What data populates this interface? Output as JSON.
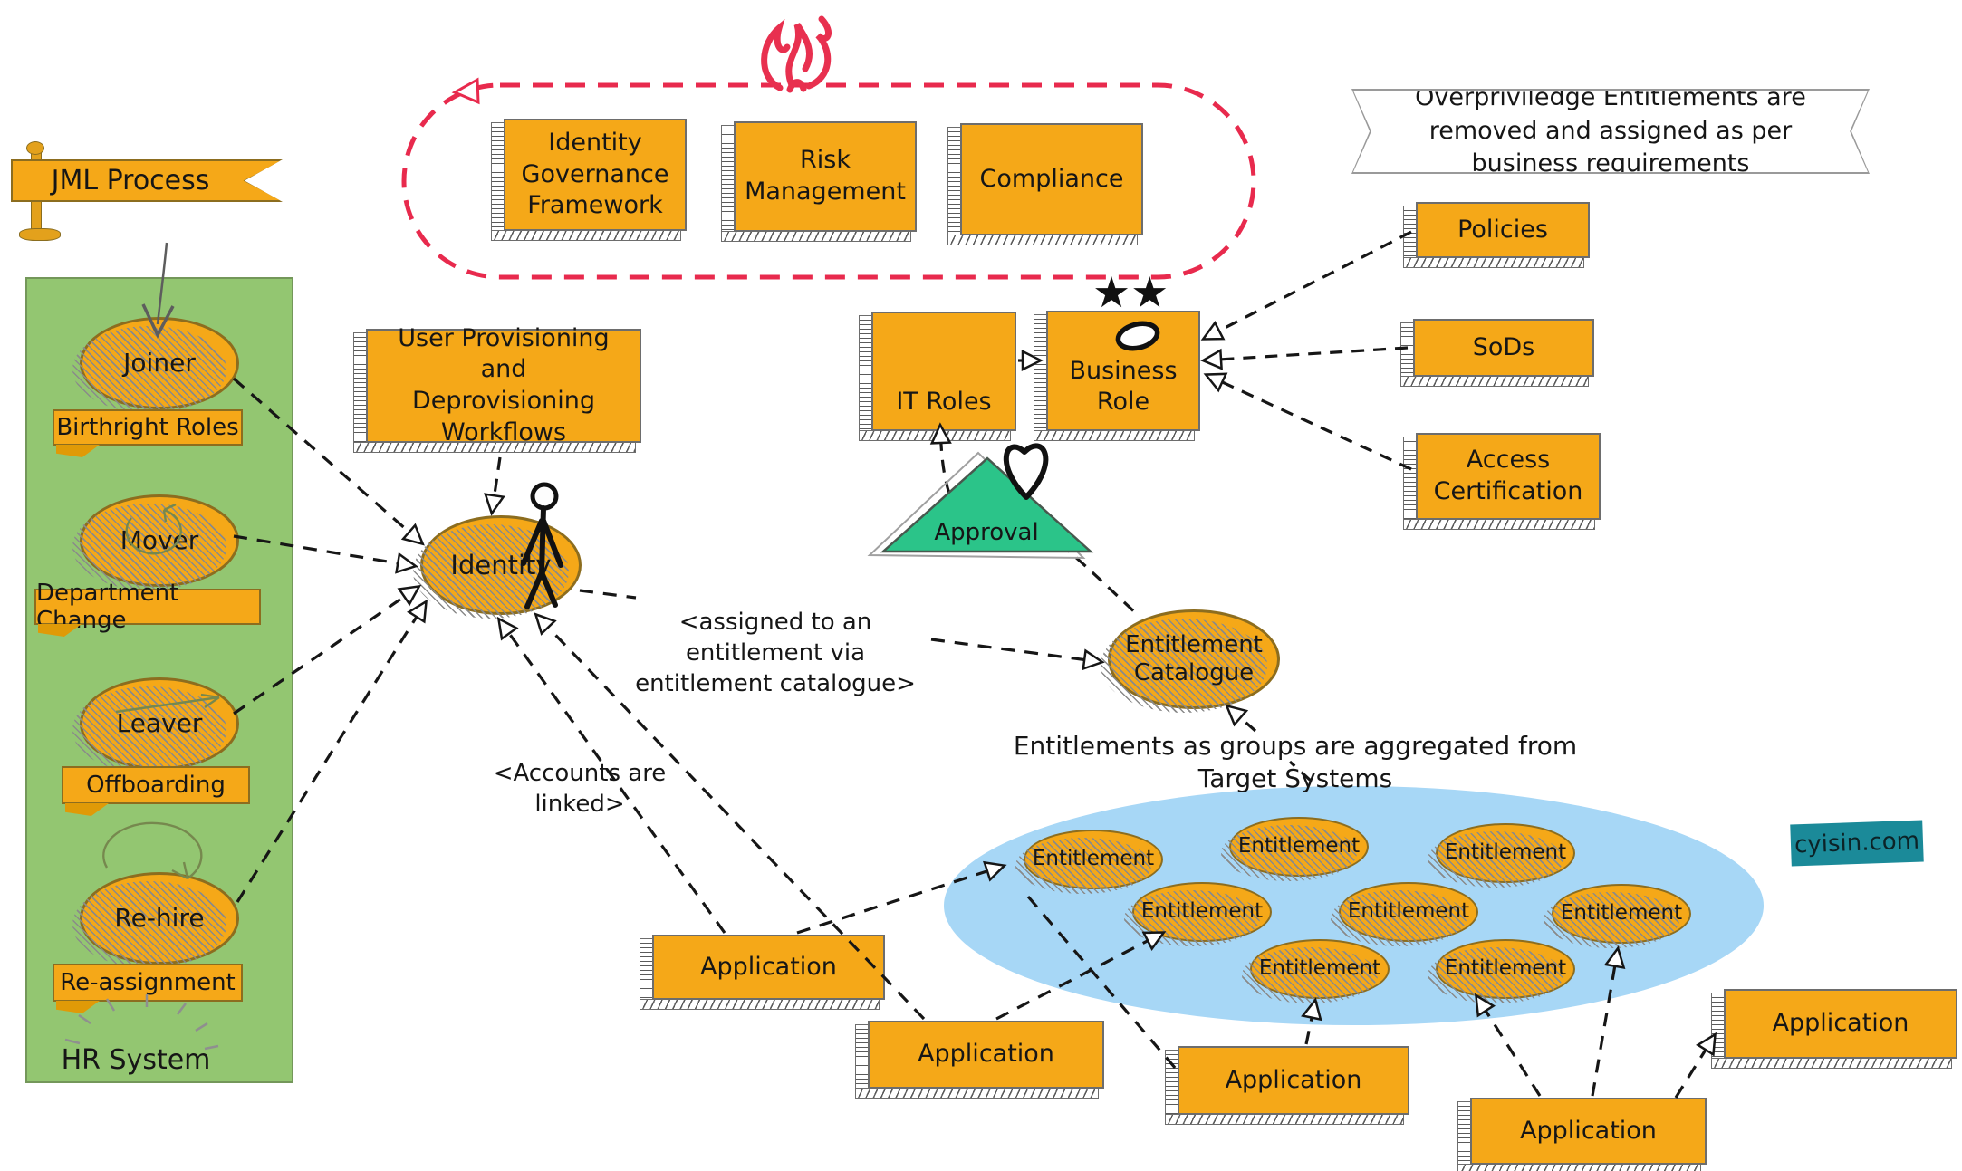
{
  "flag": {
    "label": "JML Process"
  },
  "hr_panel": {
    "caption": "HR System",
    "items": [
      {
        "label": "Joiner",
        "tag": "Birthright Roles"
      },
      {
        "label": "Mover",
        "tag": "Department Change"
      },
      {
        "label": "Leaver",
        "tag": "Offboarding"
      },
      {
        "label": "Re-hire",
        "tag": "Re-assignment"
      }
    ]
  },
  "governance": {
    "boxes": [
      {
        "label": "Identity Governance Framework"
      },
      {
        "label": "Risk Management"
      },
      {
        "label": "Compliance"
      }
    ]
  },
  "banner": {
    "text": "Overpriviledge Entitlements are removed and assigned as per business requirements"
  },
  "workflow_box": {
    "label": "User Provisioning and Deprovisioning Workflows"
  },
  "identity": {
    "label": "Identity"
  },
  "it_roles": {
    "label": "IT Roles"
  },
  "business_role": {
    "label": "Business Role"
  },
  "approval": {
    "label": "Approval"
  },
  "controls": [
    "Policies",
    "SoDs",
    "Access Certification"
  ],
  "entitlement_catalogue": {
    "label": "Entitlement Catalogue"
  },
  "notes": {
    "assigned": "<assigned to an entitlement via entitlement catalogue>",
    "accounts": "<Accounts are linked>",
    "aggregated": "Entitlements as groups are aggregated from Target Systems"
  },
  "cloud": {
    "entitlements": [
      "Entitlement",
      "Entitlement",
      "Entitlement",
      "Entitlement",
      "Entitlement",
      "Entitlement",
      "Entitlement",
      "Entitlement"
    ]
  },
  "applications": [
    "Application",
    "Application",
    "Application",
    "Application",
    "Application"
  ],
  "watermark": "cyisin.com",
  "icons": {
    "star_struck": "★★",
    "heart": "heart-doodle",
    "fire": "flame-doodle",
    "person": "stick-figure"
  },
  "colors": {
    "orange": "#F5A818",
    "panel_green": "#93C671",
    "cloud_blue": "#A7D7F6",
    "approval_green": "#2BC489",
    "loop_red": "#E82A4D",
    "watermark_teal": "#1B8A99"
  }
}
